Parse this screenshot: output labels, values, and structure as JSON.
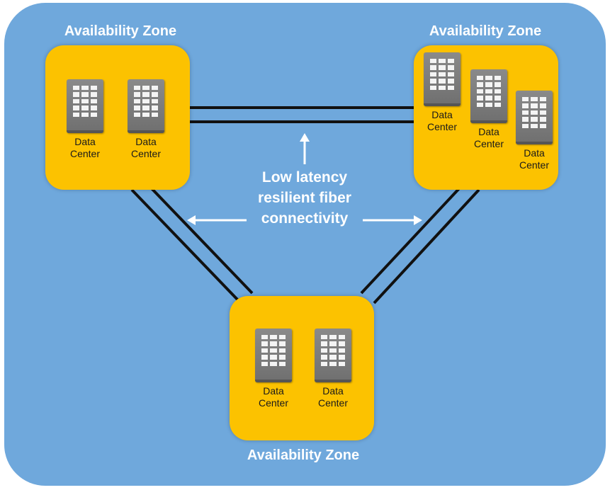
{
  "zones": [
    {
      "title": "Availability Zone",
      "datacenters": [
        {
          "line1": "Data",
          "line2": "Center"
        },
        {
          "line1": "Data",
          "line2": "Center"
        }
      ]
    },
    {
      "title": "Availability Zone",
      "datacenters": [
        {
          "line1": "Data",
          "line2": "Center"
        },
        {
          "line1": "Data",
          "line2": "Center"
        },
        {
          "line1": "Data",
          "line2": "Center"
        }
      ]
    },
    {
      "title": "Availability Zone",
      "datacenters": [
        {
          "line1": "Data",
          "line2": "Center"
        },
        {
          "line1": "Data",
          "line2": "Center"
        }
      ]
    }
  ],
  "connectivity": {
    "line1": "Low latency",
    "line2": "resilient fiber",
    "line3": "connectivity"
  },
  "colors": {
    "background": "#6fa8dc",
    "zone": "#fcc200",
    "fiber": "#111111",
    "text": "#ffffff"
  }
}
